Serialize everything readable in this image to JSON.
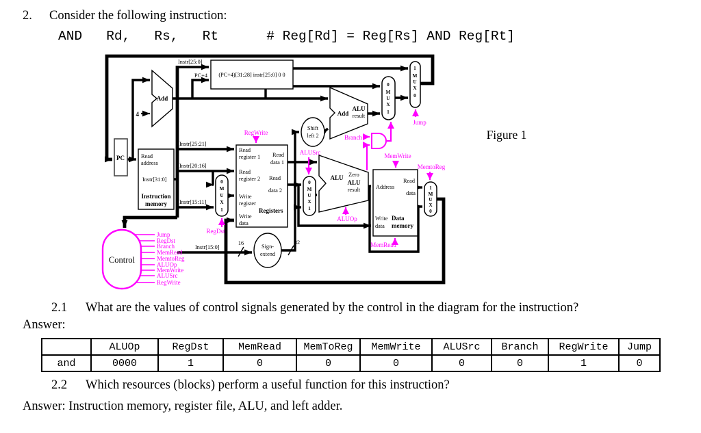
{
  "header": {
    "number": "2.",
    "prompt": "Consider the following instruction:",
    "code": "AND   Rd,   Rs,   Rt      # Reg[Rd] = Reg[Rs] AND Reg[Rt]"
  },
  "figure": {
    "caption": "Figure 1",
    "accent_color": "#ff00ff",
    "pc": "PC",
    "add_label": "Add",
    "four": "4",
    "jump_box": "(PC+4)[31:28] instr[25:0] 0 0",
    "imem": {
      "l1": "Read",
      "l2": "address",
      "out": "Instr[31:0]",
      "t1": "Instruction",
      "t2": "memory"
    },
    "regs": {
      "rr1a": "Read",
      "rr1b": "register 1",
      "rr2a": "Read",
      "rr2b": "register 2",
      "wra": "Write",
      "wrb": "register",
      "wda": "Write",
      "wdb": "data",
      "rd1a": "Read",
      "rd1b": "data 1",
      "rd2a": "Read",
      "rd2b": "data 2",
      "title": "Registers"
    },
    "alu": {
      "label": "ALU",
      "zero": "Zero",
      "res1": "ALU",
      "res2": "result"
    },
    "badd": {
      "label": "Add",
      "res1": "ALU",
      "res2": "result"
    },
    "shift": {
      "l1": "Shift",
      "l2": "left 2"
    },
    "sext": {
      "l1": "Sign-",
      "l2": "extend",
      "in_width": "16",
      "out_width": "32"
    },
    "dmem": {
      "addr": "Address",
      "rda": "Read",
      "rdb": "data",
      "wda": "Write",
      "wdb": "data",
      "t1": "Data",
      "t2": "memory"
    },
    "control": {
      "label": "Control",
      "signals": [
        "Jump",
        "RegDst",
        "Branch",
        "MemRead",
        "MemtoReg",
        "ALUOp",
        "MemWrite",
        "ALUSrc",
        "RegWrite"
      ]
    },
    "mux01": [
      "0",
      "M",
      "U",
      "X",
      "1"
    ],
    "mux10": [
      "1",
      "M",
      "U",
      "X",
      "0"
    ],
    "buses": {
      "i250": "Instr[25:0]",
      "pc4": "PC+4",
      "i2521": "Instr[25:21]",
      "i2016": "Instr[20:16]",
      "i1511": "Instr[15:11]",
      "i150": "Instr[15:0]"
    },
    "signals": {
      "regwrite": "RegWrite",
      "alusrc": "ALUSrc",
      "regdst": "RegDst",
      "aluop": "ALUOp",
      "jump": "Jump",
      "branch": "Branch",
      "memwrite": "MemWrite",
      "memtoreg": "MemtoReg",
      "memread": "MemRead"
    }
  },
  "q21": {
    "number": "2.1",
    "text": "What are the values of control signals generated by the control in the diagram for the instruction?",
    "answer_label": "Answer:"
  },
  "table": {
    "headers": [
      "",
      "ALUOp",
      "RegDst",
      "MemRead",
      "MemToReg",
      "MemWrite",
      "ALUSrc",
      "Branch",
      "RegWrite",
      "Jump"
    ],
    "row": [
      "and",
      "0000",
      "1",
      "0",
      "0",
      "0",
      "0",
      "0",
      "1",
      "0"
    ]
  },
  "q22": {
    "number": "2.2",
    "text": "Which resources (blocks) perform a useful function for this instruction?",
    "answer": "Answer: Instruction memory, register file, ALU, and left adder."
  }
}
